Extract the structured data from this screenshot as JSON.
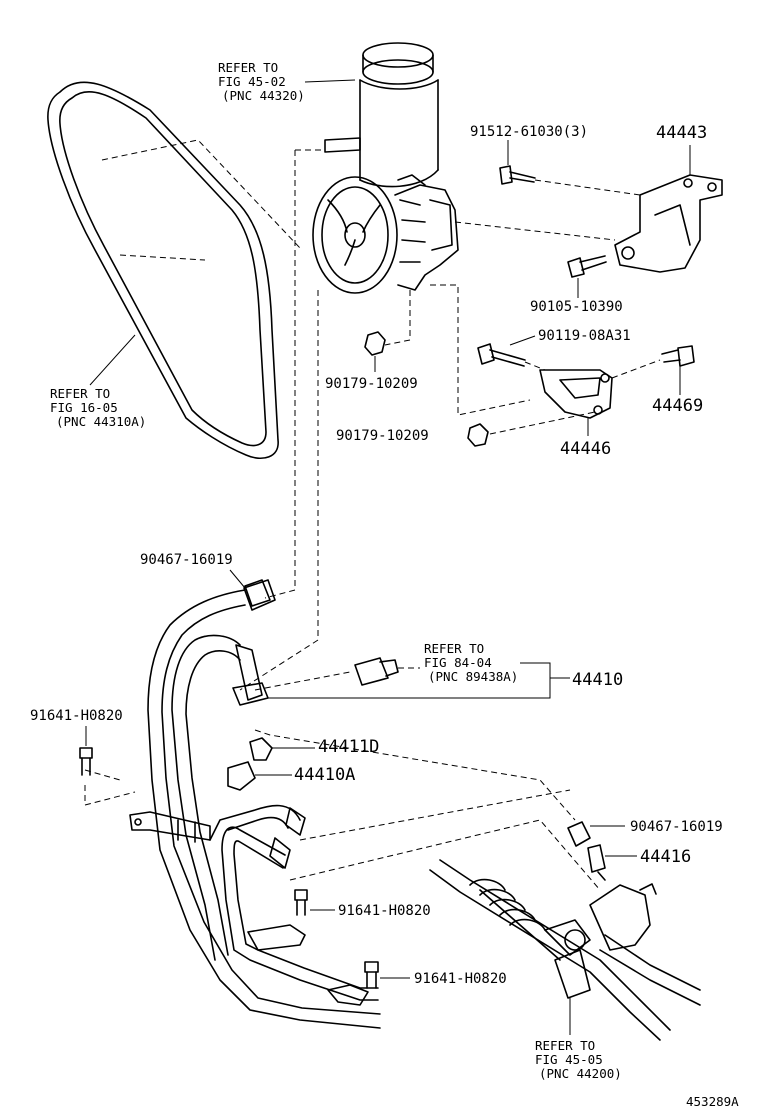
{
  "callouts": {
    "ref_reservoir": [
      "REFER TO",
      "FIG 45-02",
      "(PNC 44320)"
    ],
    "ref_belt": [
      "REFER TO",
      "FIG 16-05",
      "(PNC 44310A)"
    ],
    "ref_switch": [
      "REFER TO",
      "FIG 84-04",
      "(PNC 89438A)"
    ],
    "ref_gear": [
      "REFER TO",
      "FIG 45-05",
      "(PNC 44200)"
    ]
  },
  "parts": {
    "p91512": "91512-61030(3)",
    "p44443": "44443",
    "p90105": "90105-10390",
    "p90119": "90119-08A31",
    "p44469": "44469",
    "p90179_a": "90179-10209",
    "p90179_b": "90179-10209",
    "p44446": "44446",
    "p90467_a": "90467-16019",
    "p44410": "44410",
    "p91641_a": "91641-H0820",
    "p44411D": "44411D",
    "p44410A": "44410A",
    "p90467_b": "90467-16019",
    "p44416": "44416",
    "p91641_b": "91641-H0820",
    "p91641_c": "91641-H0820"
  },
  "diagram_id": "453289A"
}
